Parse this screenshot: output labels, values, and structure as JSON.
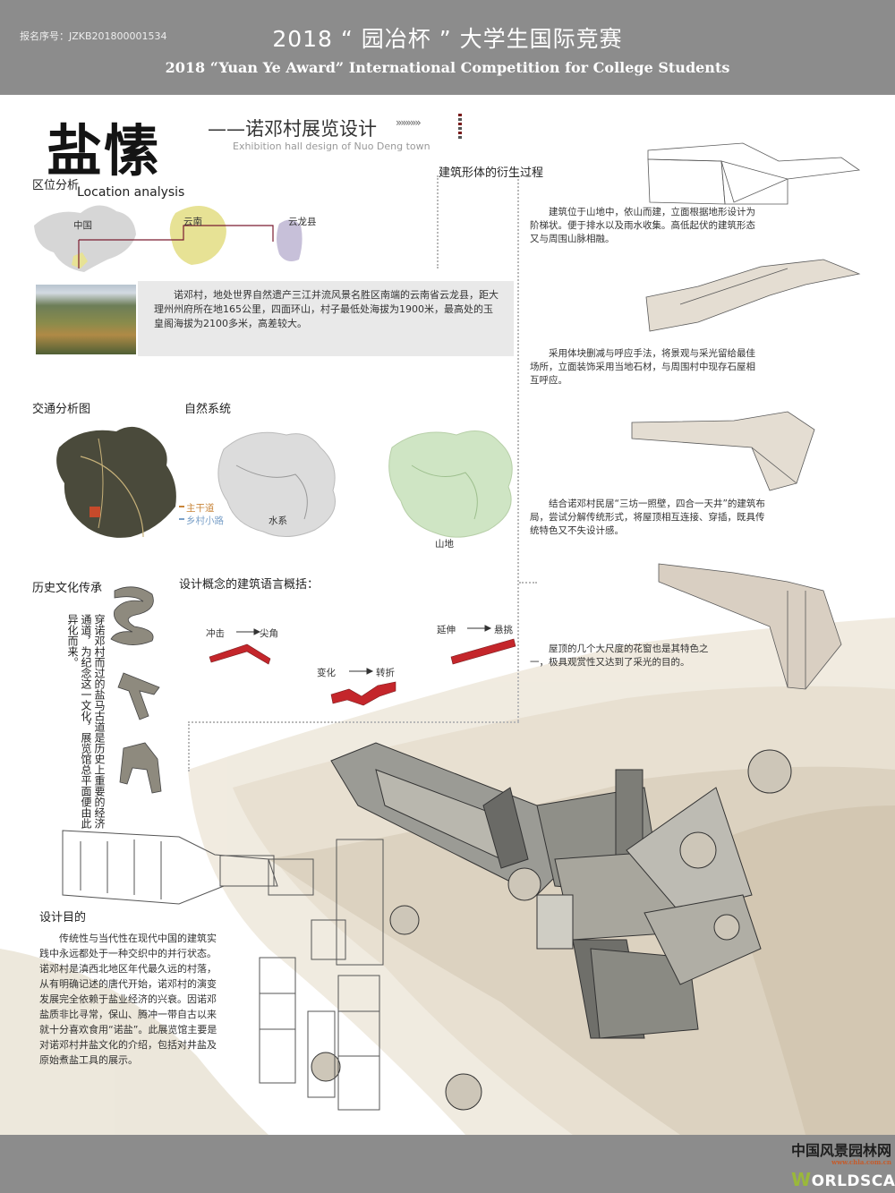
{
  "header": {
    "registration": "报名序号：JZKB201800001534",
    "title_cn": "2018 “ 园冶杯 ” 大学生国际竞赛",
    "title_en": "2018 “Yuan Ye Award” International Competition for College Students"
  },
  "project": {
    "title_calligraphy": "盐愫",
    "subtitle_cn": "——诺邓村展览设计",
    "chevrons": "»»»»»",
    "subtitle_en": "Exhibition hall design of Nuo Deng town"
  },
  "location": {
    "heading_cn": "区位分析",
    "heading_en": "Location analysis",
    "map_labels": [
      "中国",
      "云南",
      "云龙县"
    ],
    "description": "诺邓村，地处世界自然遗产三江并流风景名胜区南端的云南省云龙县，距大理州州府所在地165公里，四面环山，村子最低处海拔为1900米，最高处的玉皇阁海拔为2100多米，高差较大。"
  },
  "traffic": {
    "heading": "交通分析图",
    "legend": [
      "主干道",
      "乡村小路"
    ]
  },
  "nature": {
    "heading": "自然系统",
    "labels": [
      "水系",
      "山地"
    ]
  },
  "history": {
    "heading": "历史文化传承",
    "text": "穿诺邓村而过的盐马古道是历史上重要的经济通道，为纪念这一文化，展览馆总平面便由此异化而来。"
  },
  "concept": {
    "heading": "设计概念的建筑语言概括：",
    "pairs": [
      {
        "from": "冲击",
        "to": "尖角"
      },
      {
        "from": "变化",
        "to": "转折"
      },
      {
        "from": "延伸",
        "to": "悬挑"
      }
    ]
  },
  "evolution": {
    "heading": "建筑形体的衍生过程",
    "steps": [
      "建筑位于山地中，依山而建，立面根据地形设计为阶梯状。便于排水以及雨水收集。高低起伏的建筑形态又与周围山脉相融。",
      "采用体块删减与呼应手法，将景观与采光留给最佳场所，立面装饰采用当地石材，与周围村中现存石屋相互呼应。",
      "结合诺邓村民居“三坊一照壁，四合一天井”的建筑布局，尝试分解传统形式，将屋顶相互连接、穿插，既具传统特色又不失设计感。",
      "屋顶的几个大尺度的花窗也是其特色之一，极具观赏性又达到了采光的目的。"
    ]
  },
  "purpose": {
    "heading": "设计目的",
    "text": "传统性与当代性在现代中国的建筑实践中永远都处于一种交织中的并行状态。诺邓村是滇西北地区年代最久远的村落，从有明确记述的唐代开始，诺邓村的演变发展完全依赖于盐业经济的兴衰。因诺邓盐质非比寻常，保山、腾冲一带自古以来就十分喜欢食用“诺盐”。此展览馆主要是对诺邓村井盐文化的介绍，包括对井盐及原始煮盐工具的展示。"
  },
  "footer": {
    "logo_cn": "中国风景园林网",
    "logo_url": "www.chla.com.cn",
    "logo_en_initial": "W",
    "logo_en_rest": "ORLDSCAPE"
  },
  "colors": {
    "header_bg": "#8c8c8c",
    "accent_red": "#c4262b",
    "china_map": "#d6d6d6",
    "yunnan_map": "#e7e295",
    "county_map": "#c7c0d9"
  }
}
